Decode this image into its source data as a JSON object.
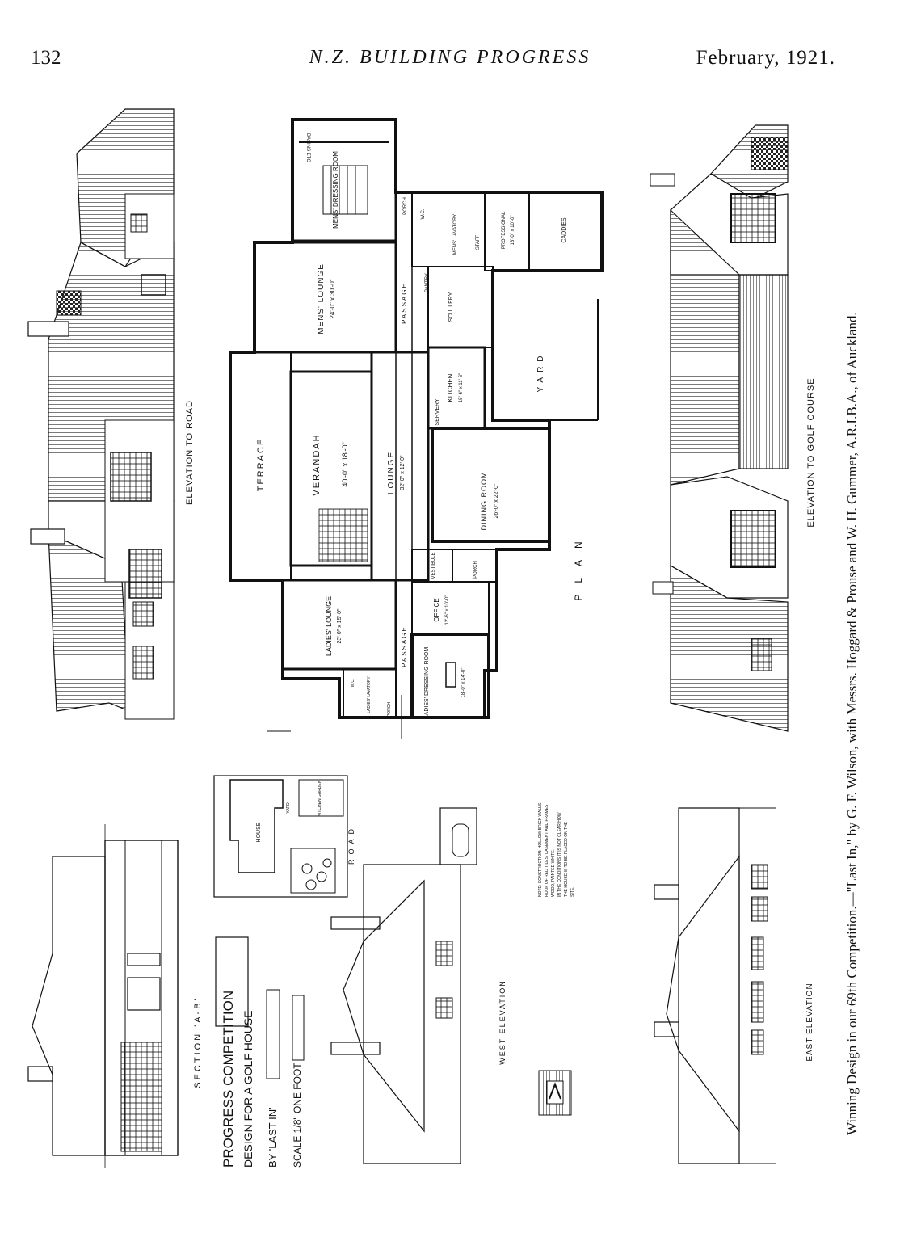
{
  "header": {
    "page_number": "132",
    "journal_title": "N.Z. BUILDING PROGRESS",
    "issue_date": "February, 1921."
  },
  "caption": "Winning Design in our 69th Competition.—\"Last In,\" by G. F. Wilson, with Messrs. Hoggard & Prouse and W. H. Gummer, A.R.I.B.A., of Auckland.",
  "drawings": {
    "elevation_road": "ELEVATION TO ROAD",
    "elevation_golf": "ELEVATION TO GOLF COURSE",
    "section": "SECTION 'A-B'",
    "west_elevation": "WEST ELEVATION",
    "east_elevation": "EAST ELEVATION",
    "plan_label": "PLAN"
  },
  "plan_rooms": {
    "basins": "BASINS ETC",
    "mens_dressing": "MENS' DRESSING ROOM",
    "mens_lounge": "MENS' LOUNGE",
    "mens_lounge_dim": "24'-0\" x 30'-0\"",
    "passage": "PASSAGE",
    "terrace": "TERRACE",
    "verandah": "VERANDAH",
    "verandah_dim": "40'-0\" x 18'-0\"",
    "lounge": "LOUNGE",
    "lounge_dim": "32'-0\" x 12'-0\"",
    "kitchen": "KITCHEN",
    "kitchen_dim": "15'-6\" x 11'-6\"",
    "scullery": "SCULLERY",
    "servery": "SERVERY",
    "pantry": "PANTRY",
    "porch": "PORCH",
    "mens_lavatory": "MENS' LAVATORY",
    "wc": "W.C.",
    "staff": "STAFF",
    "professional": "PROFESSIONAL",
    "professional_dim": "18'-0\" x 10'-0\"",
    "caddies": "CADDIES",
    "yard": "YARD",
    "dining": "DINING ROOM",
    "dining_dim": "26'-0\" x 22'-0\"",
    "vestibule": "VESTIBULE",
    "ladies_lounge": "LADIES' LOUNGE",
    "ladies_lounge_dim": "23'-0\" x 15'-0\"",
    "office": "OFFICE",
    "office_dim": "12'-6\" x 10'-0\"",
    "ladies_dressing": "LADIES' DRESSING ROOM",
    "ladies_dressing_dim": "18'-0\" x 14'-0\"",
    "ladies_lavatory": "LADIES' LAVATORY"
  },
  "site_plan": {
    "house": "HOUSE",
    "kitchen_garden": "KITCHEN GARDEN",
    "yard": "YARD",
    "road": "ROAD"
  },
  "title_block": {
    "line1": "PROGRESS COMPETITION",
    "line2": "DESIGN FOR A GOLF HOUSE",
    "line3": "BY 'LAST IN'",
    "scale": "SCALE 1/8\" ONE FOOT"
  },
  "note": {
    "line1": "NOTE: CONSTRUCTION: HOLLOW BRICK WALLS.",
    "line2": "ROOF OF RED TILES, CASEMENT AND FRAMES",
    "line3": "WOOD, PAINTED WHITE.",
    "line4": "IN THE CONDITIONS IT IS NOT CLEAR HOW",
    "line5": "THE HOUSE IS TO BE PLACED ON THE",
    "line6": "SITE."
  }
}
